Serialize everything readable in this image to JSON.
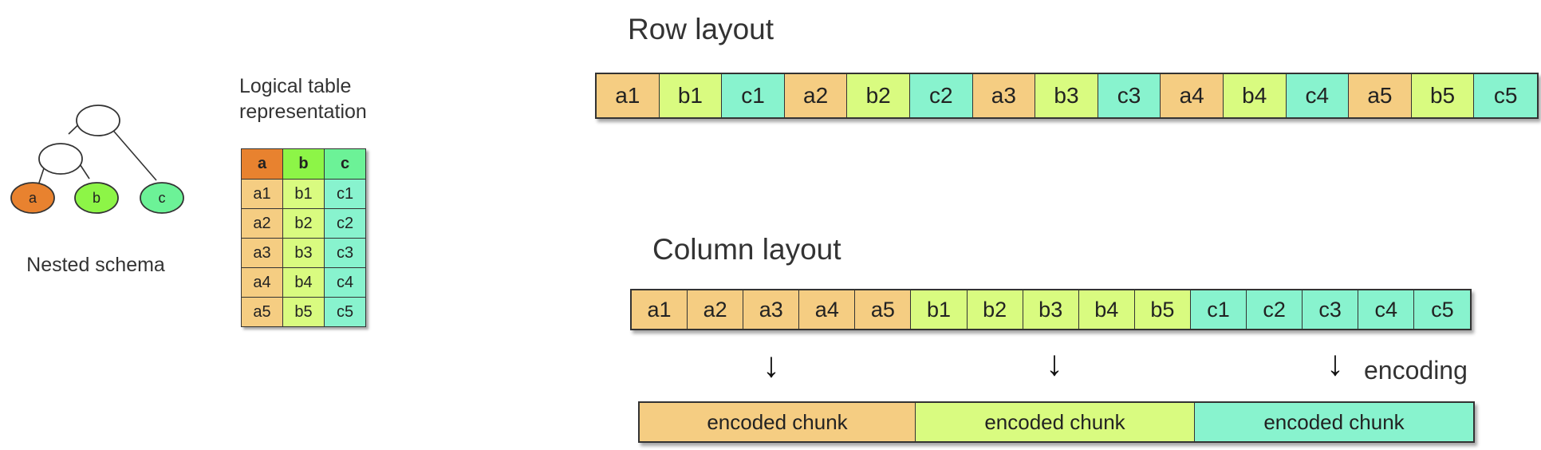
{
  "colors": {
    "a_header": "#E8822F",
    "a_cell": "#F5CD82",
    "b_header": "#8DF547",
    "b_cell": "#D9FB80",
    "c_header": "#6CF297",
    "c_cell": "#88F3CE",
    "tree_node": "#ffffff"
  },
  "schema": {
    "caption": "Nested schema",
    "leaves": [
      {
        "label": "a",
        "color": "#E8822F"
      },
      {
        "label": "b",
        "color": "#8DF547"
      },
      {
        "label": "c",
        "color": "#6CF297"
      }
    ]
  },
  "logical_table": {
    "caption_line1": "Logical table",
    "caption_line2": "representation",
    "headers": [
      "a",
      "b",
      "c"
    ],
    "rows": [
      [
        "a1",
        "b1",
        "c1"
      ],
      [
        "a2",
        "b2",
        "c2"
      ],
      [
        "a3",
        "b3",
        "c3"
      ],
      [
        "a4",
        "b4",
        "c4"
      ],
      [
        "a5",
        "b5",
        "c5"
      ]
    ]
  },
  "row_layout": {
    "title": "Row layout",
    "cells": [
      "a1",
      "b1",
      "c1",
      "a2",
      "b2",
      "c2",
      "a3",
      "b3",
      "c3",
      "a4",
      "b4",
      "c4",
      "a5",
      "b5",
      "c5"
    ]
  },
  "column_layout": {
    "title": "Column layout",
    "cells": [
      "a1",
      "a2",
      "a3",
      "a4",
      "a5",
      "b1",
      "b2",
      "b3",
      "b4",
      "b5",
      "c1",
      "c2",
      "c3",
      "c4",
      "c5"
    ],
    "arrow_glyph": "↓",
    "encoding_label": "encoding",
    "chunks": [
      "encoded chunk",
      "encoded chunk",
      "encoded chunk"
    ]
  }
}
